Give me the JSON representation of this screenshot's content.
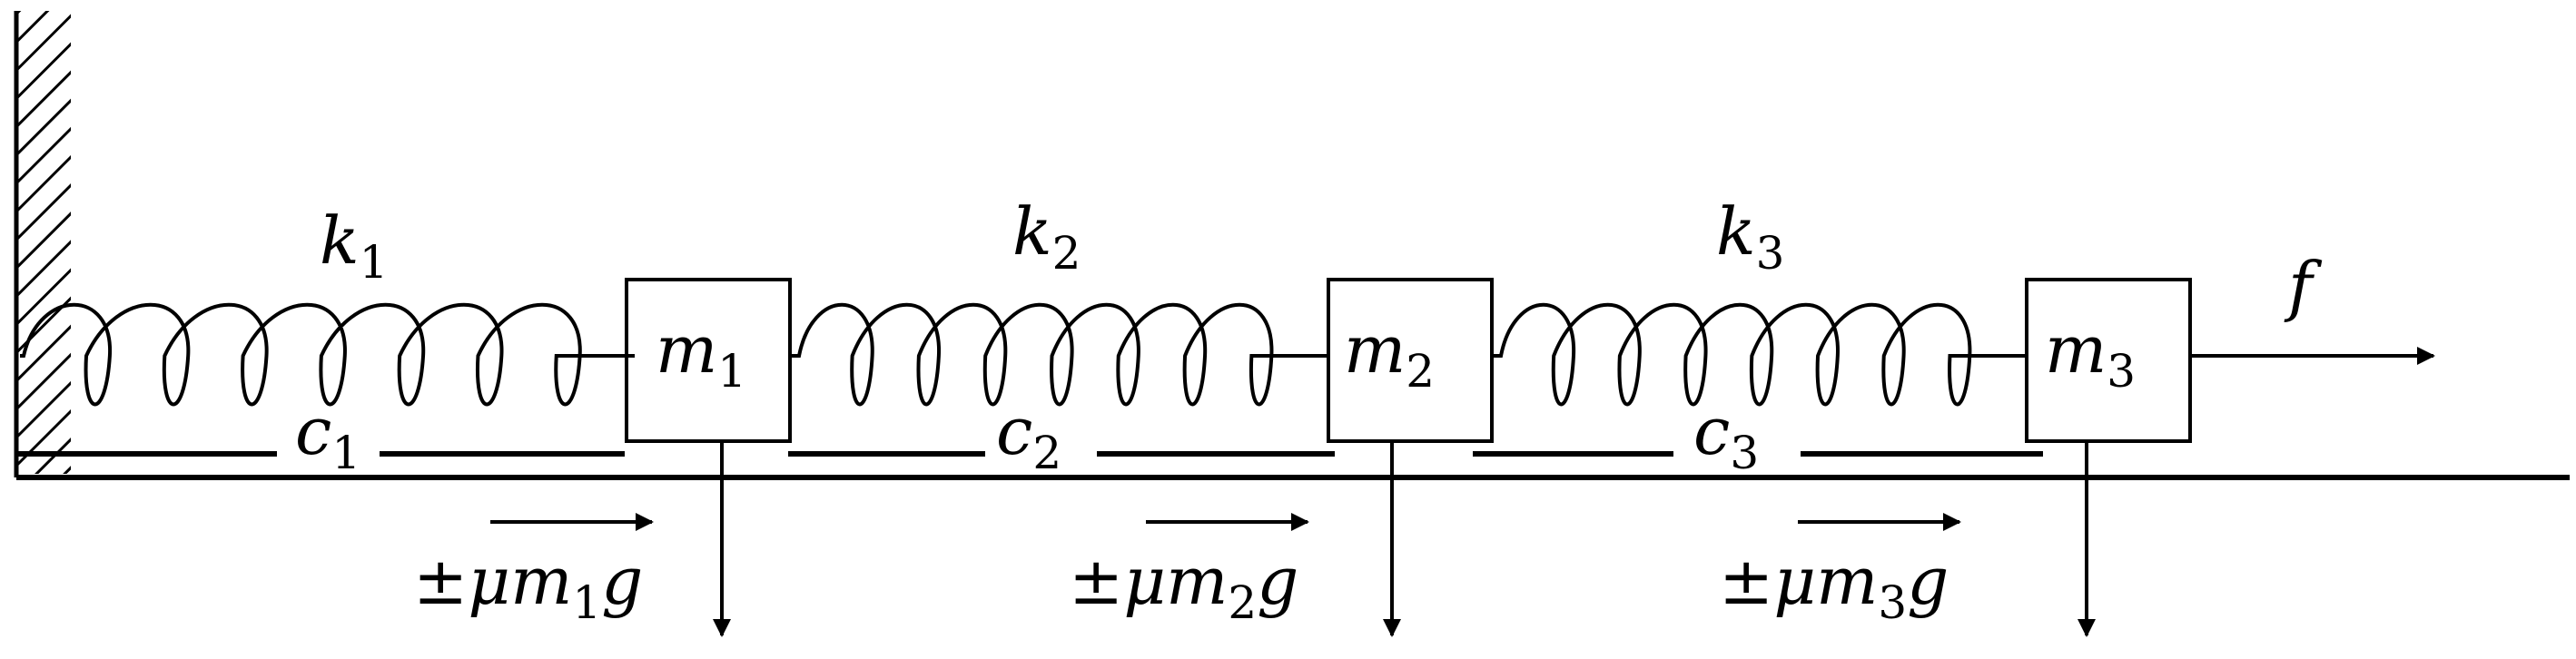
{
  "springs": [
    {
      "label": "k",
      "sub": "1"
    },
    {
      "label": "k",
      "sub": "2"
    },
    {
      "label": "k",
      "sub": "3"
    }
  ],
  "dampers": [
    {
      "label": "c",
      "sub": "1"
    },
    {
      "label": "c",
      "sub": "2"
    },
    {
      "label": "c",
      "sub": "3"
    }
  ],
  "masses": [
    {
      "label": "m",
      "sub": "1"
    },
    {
      "label": "m",
      "sub": "2"
    },
    {
      "label": "m",
      "sub": "3"
    }
  ],
  "friction": [
    {
      "prefix": "±μm",
      "sub": "1",
      "suffix": "g"
    },
    {
      "prefix": "±μm",
      "sub": "2",
      "suffix": "g"
    },
    {
      "prefix": "±μm",
      "sub": "3",
      "suffix": "g"
    }
  ],
  "force": {
    "label": "f"
  }
}
